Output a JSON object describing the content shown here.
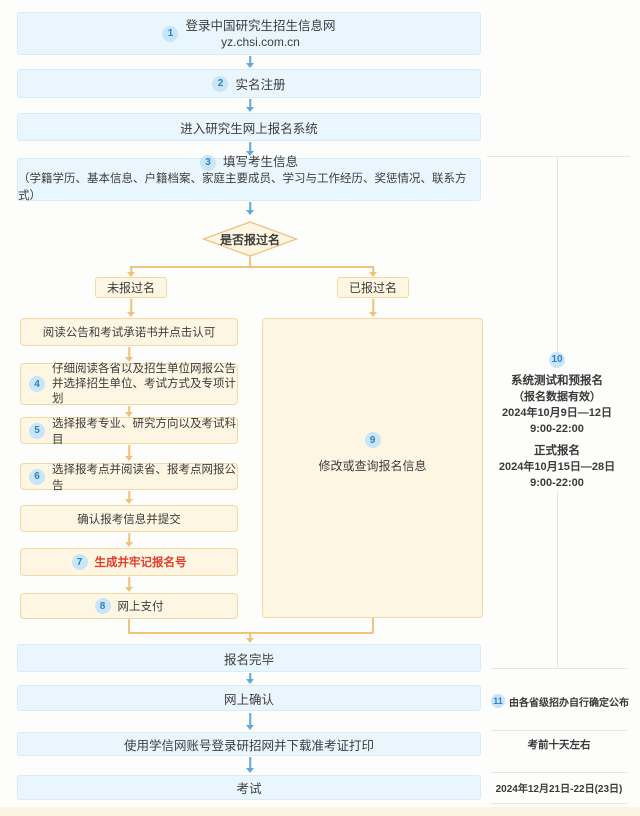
{
  "flow": {
    "step1": {
      "num": "1",
      "title": "登录中国研究生招生信息网",
      "url": "yz.chsi.com.cn"
    },
    "step2": {
      "num": "2",
      "label": "实名注册"
    },
    "step_enter": {
      "label": "进入研究生网上报名系统"
    },
    "step3": {
      "num": "3",
      "label": "填写考生信息",
      "detail": "（学籍学历、基本信息、户籍档案、家庭主要成员、学习与工作经历、奖惩情况、联系方式）"
    },
    "decision": {
      "label": "是否报过名"
    },
    "branch_no": {
      "label": "未报过名"
    },
    "branch_yes": {
      "label": "已报过名"
    },
    "step_read": {
      "label": "阅读公告和考试承诺书并点击认可"
    },
    "step4": {
      "num": "4",
      "line1": "仔细阅读各省以及招生单位网报公告",
      "line2": "并选择招生单位、考试方式及专项计划"
    },
    "step5": {
      "num": "5",
      "label": "选择报考专业、研究方向以及考试科目"
    },
    "step6": {
      "num": "6",
      "label": "选择报考点并阅读省、报考点网报公告"
    },
    "step_confirm": {
      "label": "确认报考信息并提交"
    },
    "step7": {
      "num": "7",
      "label": "生成并牢记报名号"
    },
    "step8": {
      "num": "8",
      "label": "网上支付"
    },
    "step9": {
      "num": "9",
      "label": "修改或查询报名信息"
    },
    "step_done": {
      "label": "报名完毕"
    },
    "step_online_confirm": {
      "label": "网上确认"
    },
    "step_print": {
      "label": "使用学信网账号登录研招网并下载准考证打印"
    },
    "step_exam": {
      "label": "考试"
    }
  },
  "sidebar": {
    "note10": {
      "num": "10",
      "pre_title": "系统测试和预报名",
      "pre_note": "（报名数据有效）",
      "pre_date": "2024年10月9日—12日",
      "pre_time": "9:00-22:00",
      "formal_title": "正式报名",
      "formal_date": "2024年10月15日—28日",
      "formal_time": "9:00-22:00"
    },
    "note11": {
      "num": "11",
      "label": "由各省级招办自行确定公布"
    },
    "note_print": {
      "label": "考前十天左右"
    },
    "note_exam": {
      "label": "2024年12月21日-22日(23日)"
    }
  },
  "colors": {
    "blue_box_bg": "#e9f6fd",
    "yellow_box_bg": "#fdf6e2",
    "arrow_blue": "#62a8da",
    "arrow_orange": "#f0c278",
    "badge_text": "#2f81c5",
    "red_text": "#e23c2d"
  }
}
